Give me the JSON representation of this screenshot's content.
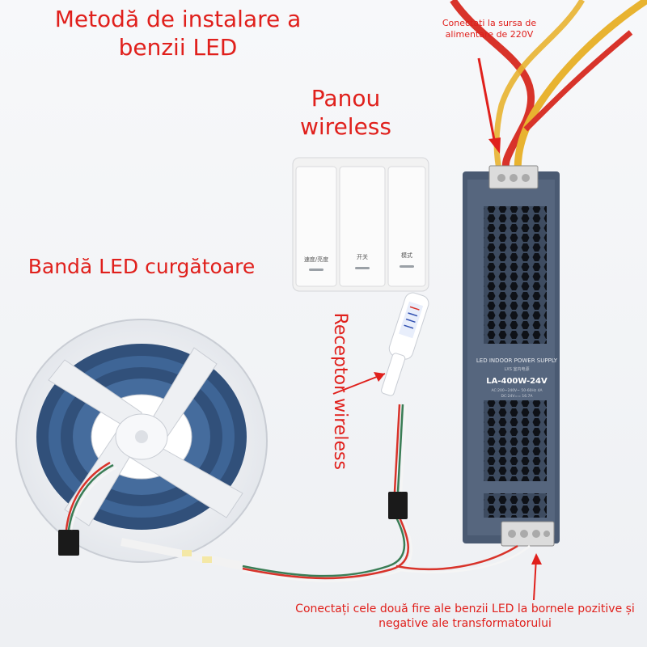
{
  "title": "Metodă de instalare a benzii LED",
  "labels": {
    "panel": "Panou wireless",
    "strip": "Bandă LED curgătoare",
    "receiver": "Receptor wireless",
    "power": "Conectați la sursa de alimentare de 220V",
    "connect": "Conectați cele două fire ale benzii LED la bornele pozitive și negative ale transformatorului"
  },
  "panel": {
    "button_texts": [
      "速度/亮度",
      "开关",
      "模式"
    ]
  },
  "psu": {
    "header": "LED INDOOR POWER SUPPLY",
    "subheader": "LXS 室内电源",
    "model": "LA-400W-24V",
    "spec1": "AC:200~240V~ 50-60Hz 4A",
    "spec2": "DC:24V== 16.7A"
  },
  "colors": {
    "accent": "#e0201c",
    "psu_body": "#4a5a72",
    "wire_red": "#d8332a",
    "wire_yellow": "#e8b330"
  }
}
